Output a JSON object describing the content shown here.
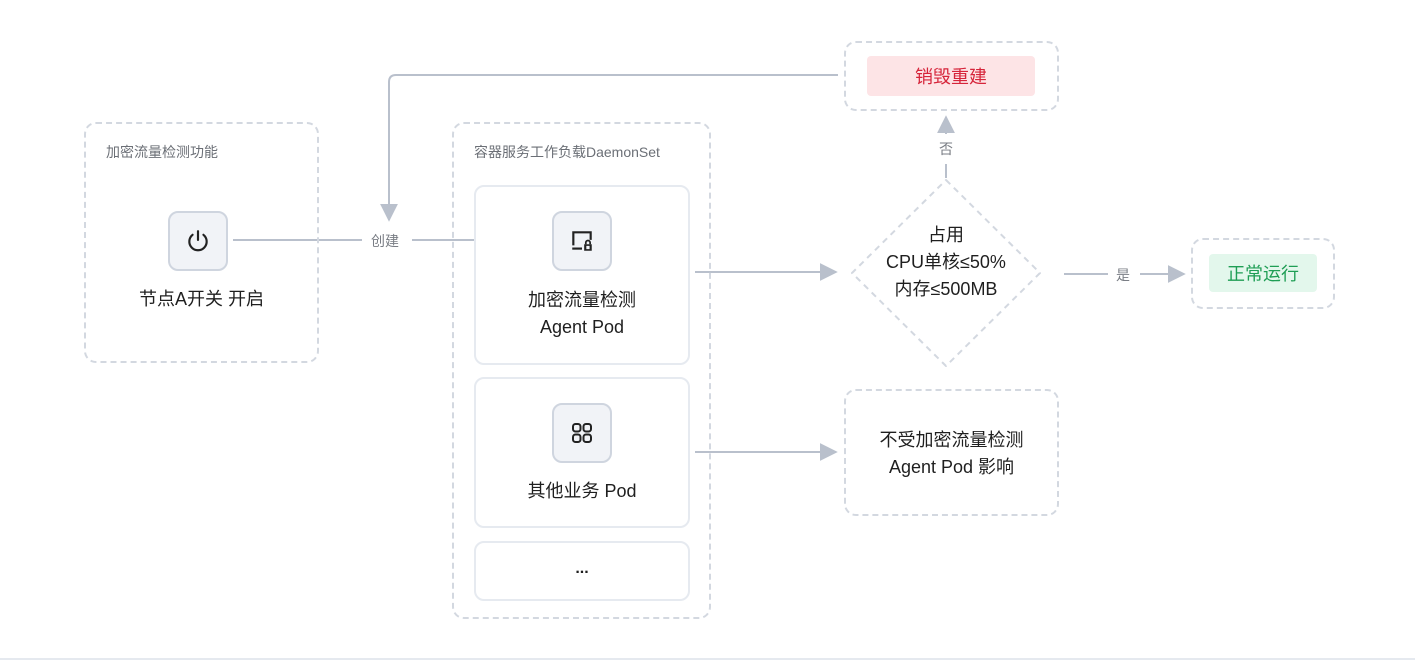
{
  "diagram": {
    "feature_group": {
      "title": "加密流量检测功能",
      "switch_node": {
        "icon": "power-icon",
        "label": "节点A开关 开启"
      }
    },
    "daemonset_group": {
      "title": "容器服务工作负载DaemonSet",
      "pods": [
        {
          "icon": "monitor-lock-icon",
          "label_line1": "加密流量检测",
          "label_line2": "Agent Pod"
        },
        {
          "icon": "apps-grid-icon",
          "label_line1": "其他业务 Pod"
        },
        {
          "label_line1": "..."
        }
      ]
    },
    "edges": {
      "create_label": "创建",
      "no_label": "否",
      "yes_label": "是"
    },
    "decision": {
      "line1": "占用",
      "line2": "CPU单核≤50%",
      "line3": "内存≤500MB"
    },
    "outcomes": {
      "rebuild": {
        "label": "销毁重建",
        "color": "#d6243a",
        "bg": "#fde4e6"
      },
      "normal": {
        "label": "正常运行",
        "color": "#1f9e55",
        "bg": "#e3f7ec"
      },
      "unaffected": {
        "line1": "不受加密流量检测",
        "line2": "Agent Pod 影响"
      }
    }
  }
}
